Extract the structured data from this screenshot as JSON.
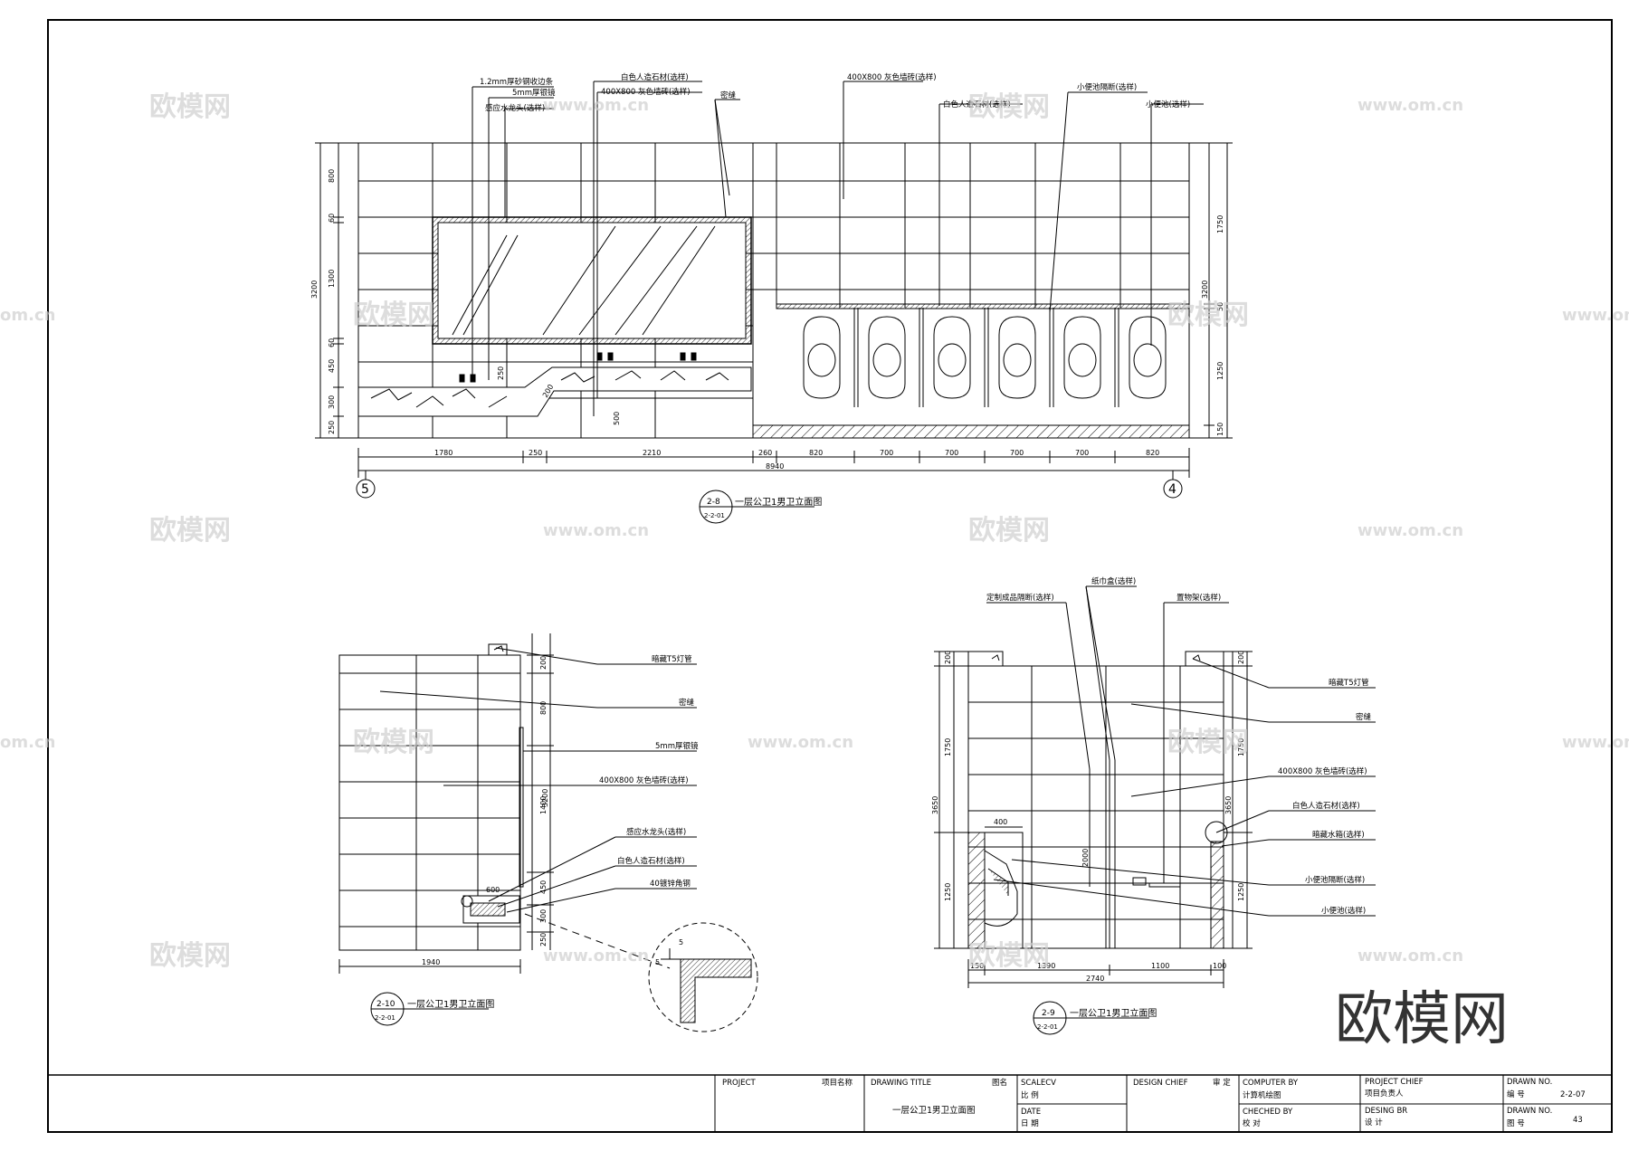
{
  "elev_main": {
    "labels_left": [
      "1.2mm厚砂钢收边条",
      "5mm厚银镜",
      "感应水龙头(选样)"
    ],
    "labels_center": [
      "白色人造石材(选样)",
      "400X800 灰色墙砖(选样)",
      "密缝"
    ],
    "labels_right": [
      "400X800 灰色墙砖(选样)",
      "白色人造石材(选样)",
      "小便池隔断(选样)",
      "小便池(选样)"
    ],
    "dims_left": [
      "800",
      "60",
      "1300",
      "60",
      "450",
      "300",
      "250"
    ],
    "dim_total_left": "3200",
    "dims_right": [
      "1750",
      "50",
      "1250",
      "150"
    ],
    "dim_total_right": "3200",
    "dims_bottom": [
      "1780",
      "250",
      "2210",
      "260",
      "820",
      "700",
      "700",
      "700",
      "700",
      "820"
    ],
    "dim_total_bottom": "8940",
    "dim_inner": [
      "250",
      "200",
      "500"
    ],
    "axis_left": "5",
    "axis_right": "4",
    "title_num": "2-8",
    "title_ref": "2-2-01",
    "title_text": "一层公卫1男卫立面图"
  },
  "elev_left": {
    "labels": [
      "暗藏T5灯管",
      "密缝",
      "5mm厚银镜",
      "400X800 灰色墙砖(选样)",
      "感应水龙头(选样)",
      "白色人造石材(选样)",
      "40镀锌角钢"
    ],
    "dims_right": [
      "200",
      "800",
      "1400",
      "450",
      "300",
      "250"
    ],
    "dim_total": "3200",
    "dim_inner": "600",
    "dim_bottom": "1940",
    "detail_dims": [
      "5",
      "5"
    ],
    "title_num": "2-10",
    "title_ref": "2-2-01",
    "title_text": "一层公卫1男卫立面图"
  },
  "elev_right": {
    "labels_top": [
      "纸巾盒(选样)",
      "定制成品隔断(选样)",
      "置物架(选样)"
    ],
    "labels_right": [
      "暗藏T5灯管",
      "密缝",
      "400X800 灰色墙砖(选样)",
      "白色人造石材(选样)",
      "暗藏水箱(选样)",
      "小便池隔断(选样)",
      "小便池(选样)"
    ],
    "dims_left": [
      "200",
      "1750",
      "1250"
    ],
    "dim_total_left": "3650",
    "dims_right": [
      "200",
      "1750",
      "1250"
    ],
    "dim_total_right": "3650",
    "dim_inner": [
      "400",
      "2000"
    ],
    "dims_bottom": [
      "150",
      "1390",
      "1100",
      "100"
    ],
    "dim_total_bottom": "2740",
    "title_num": "2-9",
    "title_ref": "2-2-01",
    "title_text": "一层公卫1男卫立面图"
  },
  "watermark": {
    "logo": "欧模网",
    "url": "www.om.cn",
    "url_cut": "om.cn",
    "big_logo": "欧模网"
  },
  "title_block": {
    "project_en": "PROJECT",
    "project_cn": "项目名称",
    "drawing_title_en": "DRAWING TITLE",
    "drawing_title_cn": "图名",
    "drawing_title_value": "一层公卫1男卫立面图",
    "scale_en": "SCALECV",
    "scale_cn": "比 例",
    "date_en": "DATE",
    "date_cn": "日 期",
    "design_chief_en": "DESIGN CHIEF",
    "design_chief_cn": "审 定",
    "computer_en": "COMPUTER BY",
    "computer_cn": "计算机绘图",
    "checked_en": "CHECHED BY",
    "checked_cn": "校 对",
    "project_chief_en": "PROJECT CHIEF",
    "project_chief_cn": "项目负责人",
    "design_by_en": "DESING BR",
    "design_by_cn": "设 计",
    "drawn_no_en": "DRAWN NO.",
    "drawn_no_cn": "编 号",
    "drawn_no_value": "2-2-07",
    "drawing_no_en": "DRAWN NO.",
    "drawing_no_cn": "图 号",
    "drawing_no_value": "43"
  }
}
